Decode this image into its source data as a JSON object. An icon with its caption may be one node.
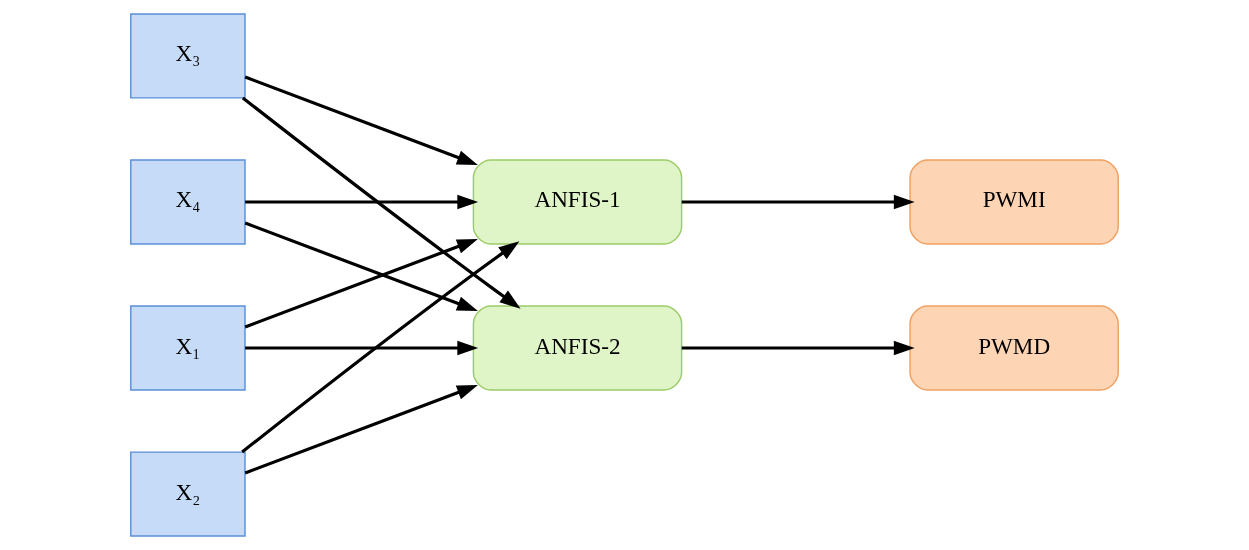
{
  "diagram": {
    "nodes": [
      {
        "text": [
          "X₁"
        ]
      },
      {
        "text": [
          "X₂"
        ]
      },
      {
        "text": [
          "X₃"
        ]
      },
      {
        "text": [
          "X₄"
        ]
      },
      {
        "text": [
          "ANFIS-1"
        ]
      },
      {
        "text": [
          "ANFIS-2"
        ]
      },
      {
        "text": [
          "PWMI"
        ]
      },
      {
        "text": [
          "PWMD"
        ]
      }
    ],
    "edges": [
      {
        "from": 0,
        "to": 4,
        "arrow": "to"
      },
      {
        "from": 0,
        "to": 5,
        "arrow": "to"
      },
      {
        "from": 1,
        "to": 4,
        "arrow": "to"
      },
      {
        "from": 1,
        "to": 5,
        "arrow": "to"
      },
      {
        "from": 2,
        "to": 4,
        "arrow": "to"
      },
      {
        "from": 2,
        "to": 5,
        "arrow": "to"
      },
      {
        "from": 3,
        "to": 4,
        "arrow": "to"
      },
      {
        "from": 3,
        "to": 5,
        "arrow": "to"
      },
      {
        "from": 4,
        "to": 6,
        "arrow": "to"
      },
      {
        "from": 5,
        "to": 7,
        "arrow": "to"
      }
    ]
  }
}
